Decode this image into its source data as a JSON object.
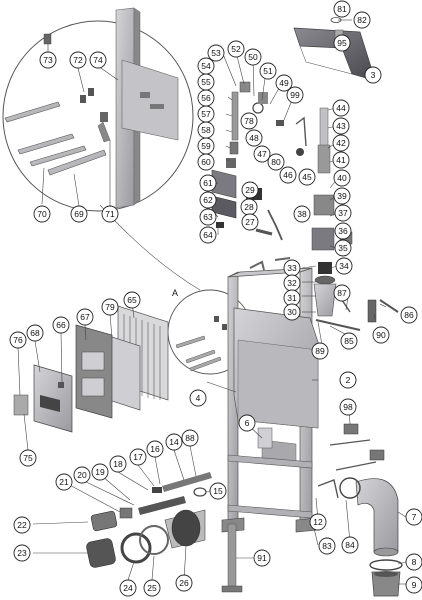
{
  "detail_marker": "A",
  "callouts": [
    {
      "label": "81"
    },
    {
      "label": "82"
    },
    {
      "label": "95"
    },
    {
      "label": "3"
    },
    {
      "label": "53"
    },
    {
      "label": "52"
    },
    {
      "label": "50"
    },
    {
      "label": "54"
    },
    {
      "label": "51"
    },
    {
      "label": "55"
    },
    {
      "label": "49"
    },
    {
      "label": "56"
    },
    {
      "label": "99"
    },
    {
      "label": "78"
    },
    {
      "label": "57"
    },
    {
      "label": "48"
    },
    {
      "label": "58"
    },
    {
      "label": "47"
    },
    {
      "label": "59"
    },
    {
      "label": "80"
    },
    {
      "label": "60"
    },
    {
      "label": "46"
    },
    {
      "label": "61"
    },
    {
      "label": "45"
    },
    {
      "label": "62"
    },
    {
      "label": "29"
    },
    {
      "label": "63"
    },
    {
      "label": "28"
    },
    {
      "label": "27"
    },
    {
      "label": "64"
    },
    {
      "label": "44"
    },
    {
      "label": "43"
    },
    {
      "label": "42"
    },
    {
      "label": "41"
    },
    {
      "label": "40"
    },
    {
      "label": "39"
    },
    {
      "label": "38"
    },
    {
      "label": "37"
    },
    {
      "label": "36"
    },
    {
      "label": "35"
    },
    {
      "label": "34"
    },
    {
      "label": "33"
    },
    {
      "label": "32"
    },
    {
      "label": "31"
    },
    {
      "label": "87"
    },
    {
      "label": "30"
    },
    {
      "label": "86"
    },
    {
      "label": "90"
    },
    {
      "label": "85"
    },
    {
      "label": "89"
    },
    {
      "label": "73"
    },
    {
      "label": "72"
    },
    {
      "label": "74"
    },
    {
      "label": "70"
    },
    {
      "label": "69"
    },
    {
      "label": "71"
    },
    {
      "label": "76"
    },
    {
      "label": "68"
    },
    {
      "label": "66"
    },
    {
      "label": "67"
    },
    {
      "label": "79"
    },
    {
      "label": "65"
    },
    {
      "label": "75"
    },
    {
      "label": "2"
    },
    {
      "label": "4"
    },
    {
      "label": "6"
    },
    {
      "label": "98"
    },
    {
      "label": "88"
    },
    {
      "label": "14"
    },
    {
      "label": "16"
    },
    {
      "label": "17"
    },
    {
      "label": "18"
    },
    {
      "label": "19"
    },
    {
      "label": "20"
    },
    {
      "label": "15"
    },
    {
      "label": "21"
    },
    {
      "label": "22"
    },
    {
      "label": "23"
    },
    {
      "label": "24"
    },
    {
      "label": "25"
    },
    {
      "label": "26"
    },
    {
      "label": "91"
    },
    {
      "label": "83"
    },
    {
      "label": "84"
    },
    {
      "label": "12"
    },
    {
      "label": "7"
    },
    {
      "label": "8"
    },
    {
      "label": "9"
    }
  ]
}
